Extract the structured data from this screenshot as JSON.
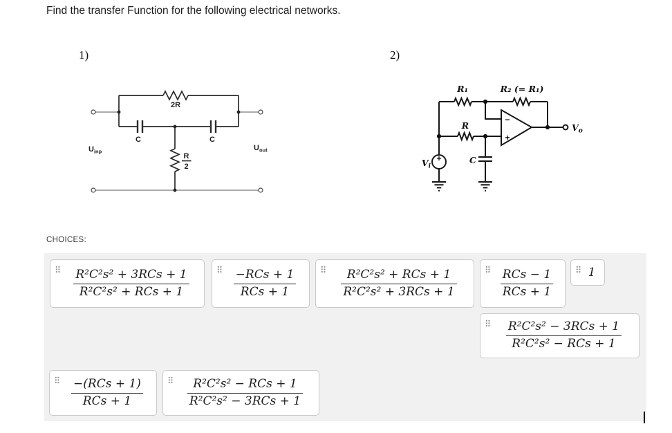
{
  "title": "Find the transfer Function for the following electrical networks.",
  "problem1": {
    "label": "1)"
  },
  "problem2": {
    "label": "2)"
  },
  "circuit1": {
    "top_resistor": "2R",
    "left_cap": "C",
    "right_cap": "C",
    "mid_res_num": "R",
    "mid_res_den": "2",
    "input_label": {
      "base": "U",
      "sub": "inp"
    },
    "output_label": {
      "base": "U",
      "sub": "out"
    }
  },
  "circuit2": {
    "r1": "R₁",
    "r2": "R₂ (= R₁)",
    "r": "R",
    "c": "C",
    "vi": {
      "base": "V",
      "sub": "i"
    },
    "vo": {
      "base": "V",
      "sub": "o"
    },
    "opamp": {
      "minus": "−",
      "plus": "+"
    },
    "source_sign": "+"
  },
  "choices": {
    "heading": "CHOICES:",
    "drag_handle_icon": "grip-dots",
    "items": [
      {
        "numerator": "R²C²s² + 3RCs + 1",
        "denominator": "R²C²s² + RCs + 1"
      },
      {
        "numerator": "−RCs + 1",
        "denominator": "RCs + 1"
      },
      {
        "numerator": "R²C²s² + RCs + 1",
        "denominator": "R²C²s² + 3RCs + 1"
      },
      {
        "numerator": "RCs − 1",
        "denominator": "RCs + 1"
      },
      {
        "value": "1"
      },
      {
        "numerator": "R²C²s² − 3RCs + 1",
        "denominator": "R²C²s² − RCs + 1"
      },
      {
        "numerator": "−(RCs + 1)",
        "denominator": "RCs + 1"
      },
      {
        "numerator": "R²C²s² − RCs + 1",
        "denominator": "R²C²s² − 3RCs + 1"
      }
    ]
  }
}
